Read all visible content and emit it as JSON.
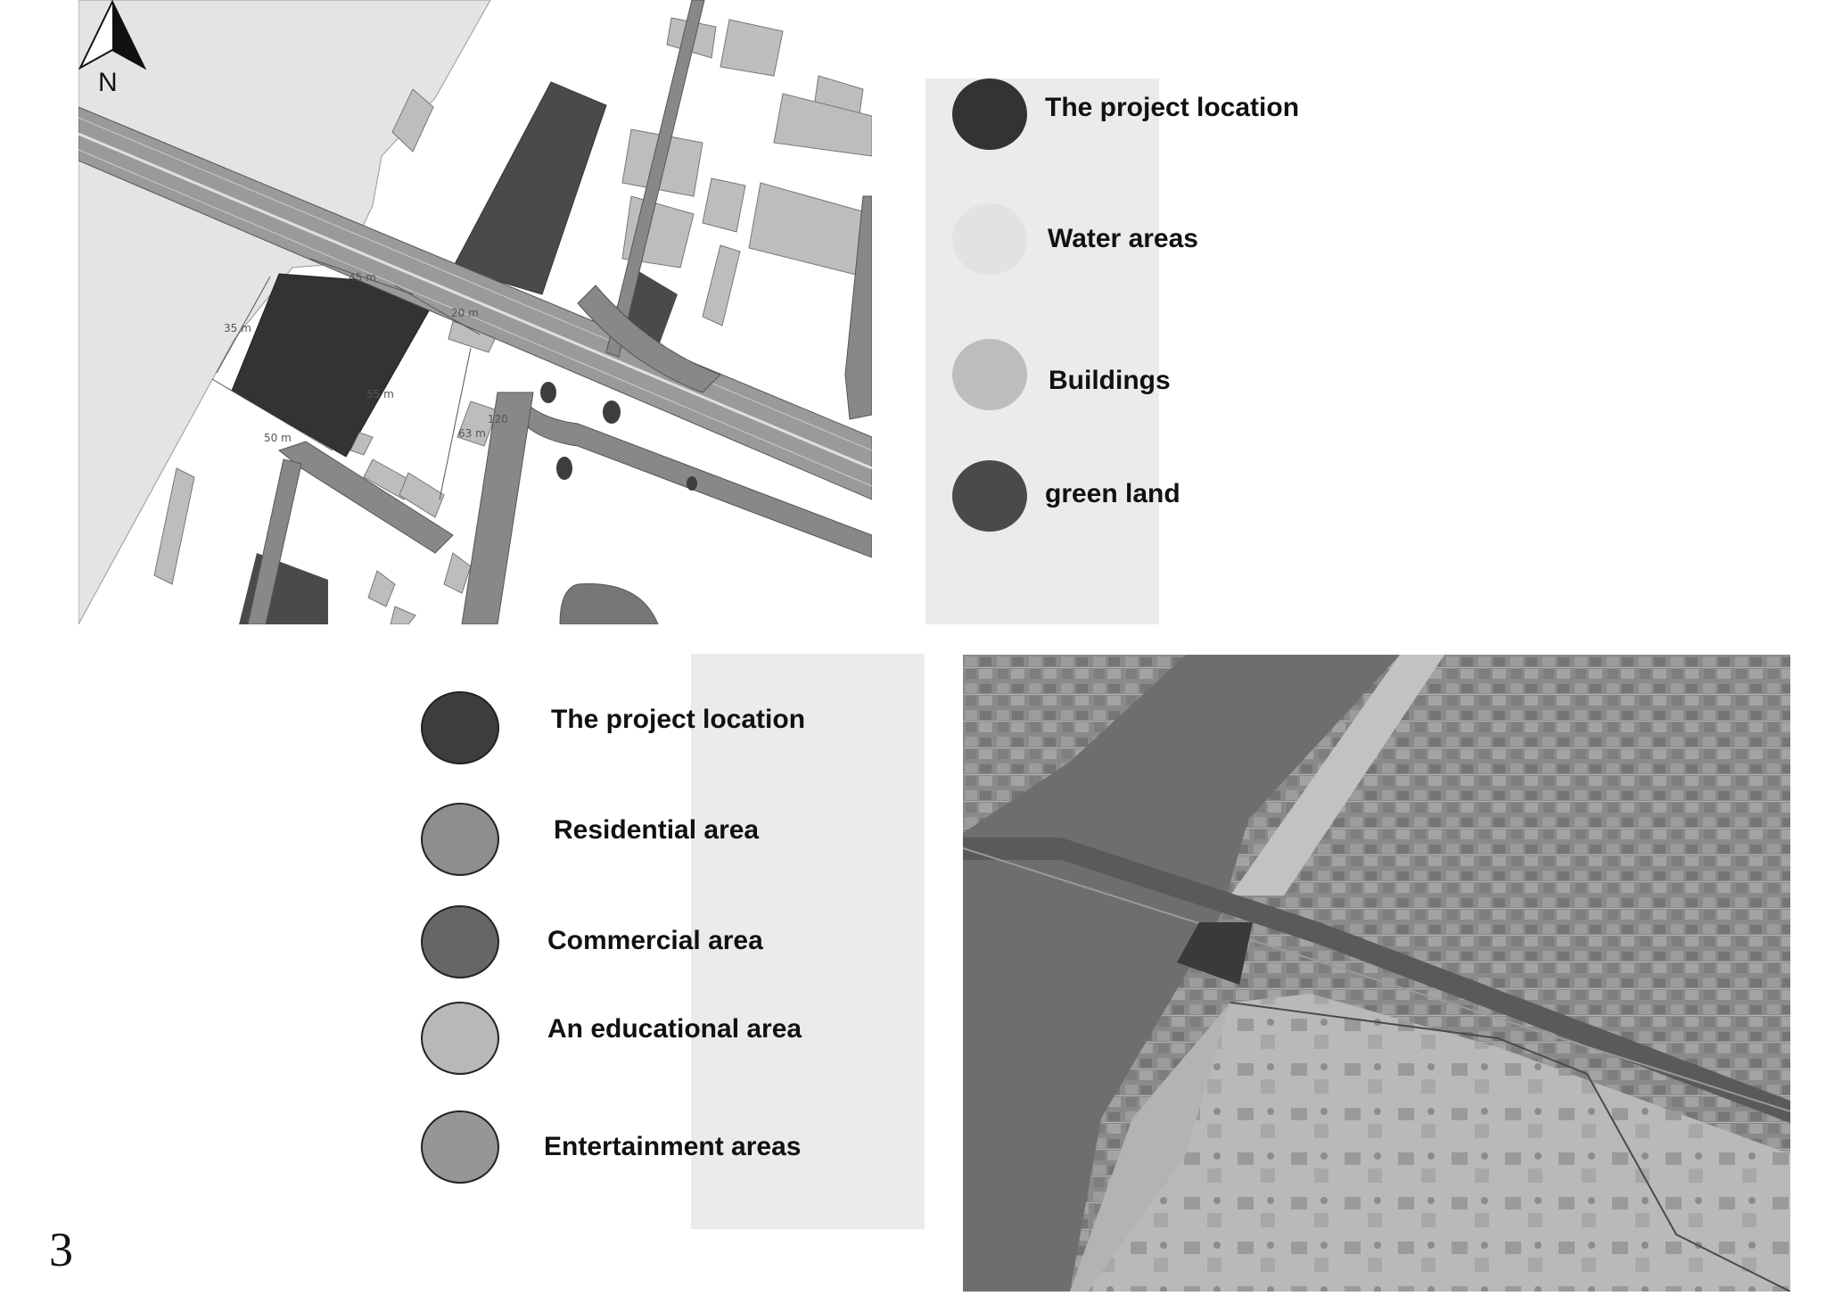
{
  "site_plan": {
    "north_label": "N",
    "dimension_labels": [
      "35 m",
      "55 m",
      "63 m",
      "50 m",
      "20 m",
      "45 m",
      "120"
    ]
  },
  "legend_top": {
    "items": [
      {
        "label": "The project location",
        "color": "#333333"
      },
      {
        "label": "Water areas",
        "color": "#e2e2e2"
      },
      {
        "label": "Buildings",
        "color": "#bdbdbd"
      },
      {
        "label": "green land",
        "color": "#4a4a4a"
      }
    ]
  },
  "legend_bottom": {
    "items": [
      {
        "label": "The project location",
        "color": "#3d3d3d"
      },
      {
        "label": "Residential area",
        "color": "#8e8e8e"
      },
      {
        "label": "Commercial area",
        "color": "#666666"
      },
      {
        "label": "An educational area",
        "color": "#b8b8b8"
      },
      {
        "label": "Entertainment areas",
        "color": "#969696"
      }
    ]
  },
  "page_number": "3"
}
